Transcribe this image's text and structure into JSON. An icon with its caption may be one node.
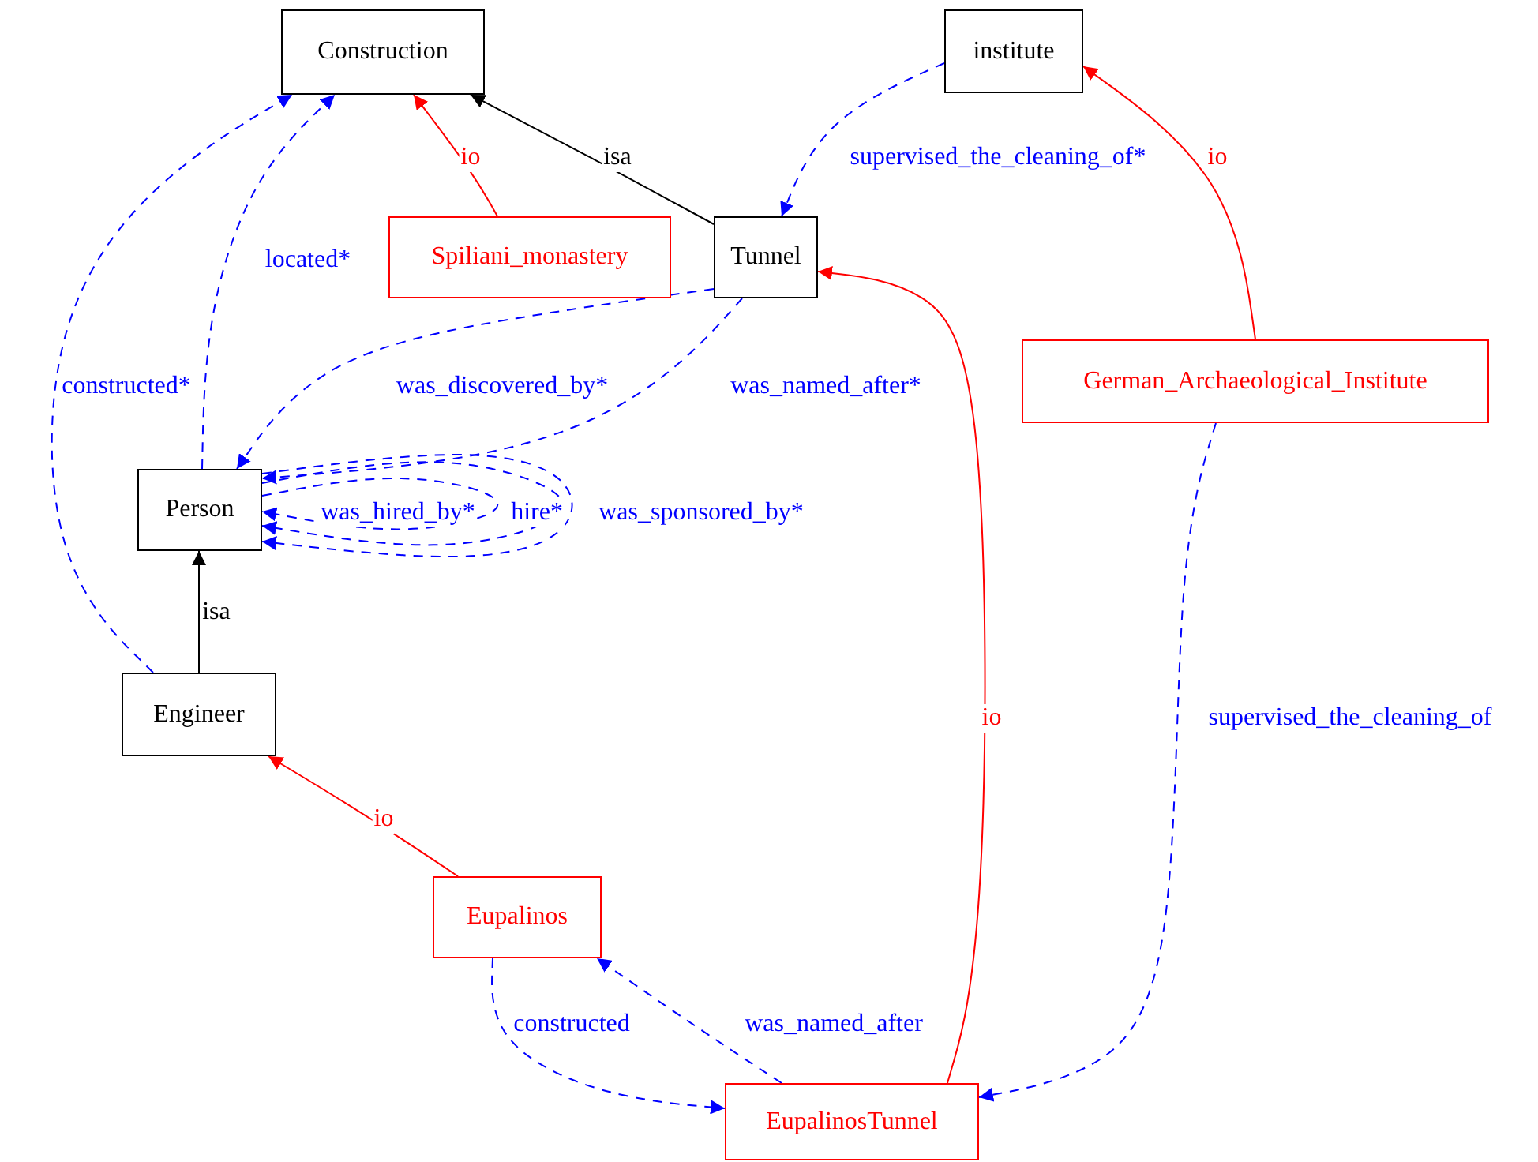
{
  "diagram": {
    "nodes": [
      {
        "text": [
          "Construction"
        ]
      },
      {
        "text": [
          "institute"
        ]
      },
      {
        "text": [
          "Spiliani_monastery"
        ]
      },
      {
        "text": [
          "Tunnel"
        ]
      },
      {
        "text": [
          "German_Archaeological_Institute"
        ]
      },
      {
        "text": [
          "Person"
        ]
      },
      {
        "text": [
          "Engineer"
        ]
      },
      {
        "text": [
          "Eupalinos"
        ]
      },
      {
        "text": [
          "EupalinosTunnel"
        ]
      }
    ],
    "edges": [
      {
        "from": 2,
        "to": 0,
        "arrow": "to",
        "label": "io",
        "color": "#ff0000"
      },
      {
        "from": 3,
        "to": 0,
        "arrow": "to",
        "label": "isa",
        "color": "#000000"
      },
      {
        "from": 1,
        "to": 3,
        "arrow": "to",
        "label": "supervised_the_cleaning_of*",
        "style": "dashed"
      },
      {
        "from": 4,
        "to": 1,
        "arrow": "to",
        "label": "io",
        "color": "#ff0000"
      },
      {
        "from": 3,
        "to": 5,
        "arrow": "to",
        "label": "was_discovered_by*",
        "style": "dashed"
      },
      {
        "from": 3,
        "to": 5,
        "arrow": "to",
        "label": "was_named_after*",
        "style": "dashed"
      },
      {
        "from": 5,
        "to": 5,
        "arrow": "to",
        "label": "was_hired_by*",
        "style": "dashed"
      },
      {
        "from": 5,
        "to": 5,
        "arrow": "to",
        "label": "hire*",
        "style": "dashed"
      },
      {
        "from": 5,
        "to": 5,
        "arrow": "to",
        "label": "was_sponsored_by*",
        "style": "dashed"
      },
      {
        "from": 6,
        "to": 5,
        "arrow": "to",
        "label": "isa",
        "color": "#000000"
      },
      {
        "from": 6,
        "to": 0,
        "arrow": "to",
        "label": "constructed*",
        "style": "dashed"
      },
      {
        "from": 5,
        "to": 0,
        "arrow": "to",
        "label": "located*",
        "style": "dashed"
      },
      {
        "from": 7,
        "to": 6,
        "arrow": "to",
        "label": "io",
        "color": "#ff0000"
      },
      {
        "from": 8,
        "to": 3,
        "arrow": "to",
        "label": "io",
        "color": "#ff0000"
      },
      {
        "from": 4,
        "to": 8,
        "arrow": "to",
        "label": "supervised_the_cleaning_of",
        "style": "dashed"
      },
      {
        "from": 7,
        "to": 8,
        "arrow": "to",
        "label": "constructed",
        "style": "dashed"
      },
      {
        "from": 8,
        "to": 7,
        "arrow": "to",
        "label": "was_named_after",
        "style": "dashed"
      }
    ]
  }
}
